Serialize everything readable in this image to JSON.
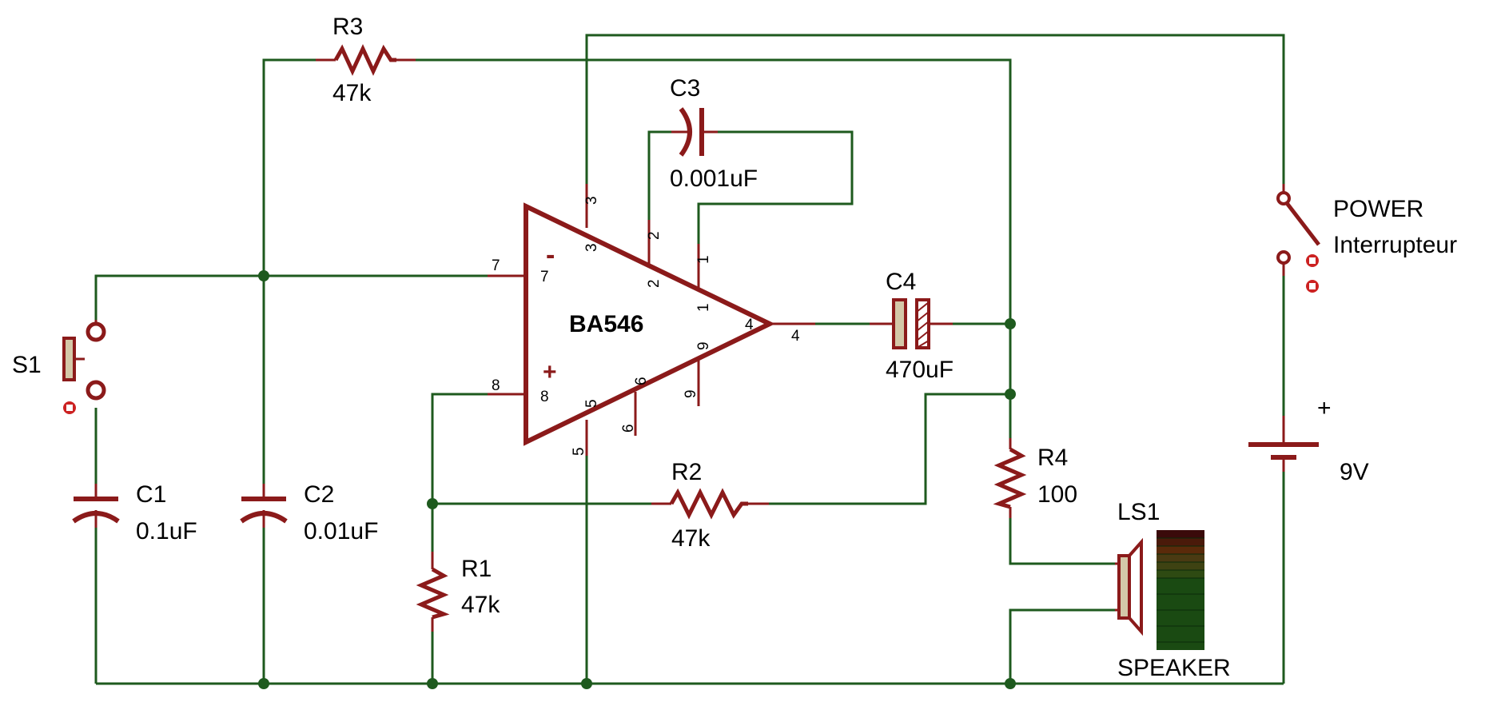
{
  "colors": {
    "wire": "#1e5a1e",
    "component": "#8b1a1a",
    "junction": "#1e5a1e",
    "body_fill": "#d4c8a8",
    "text": "#000000"
  },
  "amplifier": {
    "name": "BA546",
    "minus": "-",
    "plus": "+",
    "pins": {
      "p7_out": "7",
      "p7_in": "7",
      "p8_out": "8",
      "p8_in": "8",
      "p3_out": "3",
      "p3_in": "3",
      "p2_out": "2",
      "p2_in": "2",
      "p1_out": "1",
      "p1_in": "1",
      "p4_out": "4",
      "p4_in": "4",
      "p9_out": "9",
      "p9_in": "9",
      "p6_out": "6",
      "p6_in": "6",
      "p5_out": "5",
      "p5_in": "5"
    }
  },
  "components": {
    "R3": {
      "ref": "R3",
      "value": "47k"
    },
    "C3": {
      "ref": "C3",
      "value": "0.001uF"
    },
    "C4": {
      "ref": "C4",
      "value": "470uF"
    },
    "R2": {
      "ref": "R2",
      "value": "47k"
    },
    "R1": {
      "ref": "R1",
      "value": "47k"
    },
    "R4": {
      "ref": "R4",
      "value": "100"
    },
    "C1": {
      "ref": "C1",
      "value": "0.1uF"
    },
    "C2": {
      "ref": "C2",
      "value": "0.01uF"
    },
    "S1": {
      "ref": "S1"
    },
    "LS1": {
      "ref": "LS1",
      "value": "SPEAKER"
    },
    "power_switch": {
      "ref": "POWER",
      "value": "Interrupteur"
    },
    "battery": {
      "plus": "+",
      "value": "9V"
    }
  }
}
